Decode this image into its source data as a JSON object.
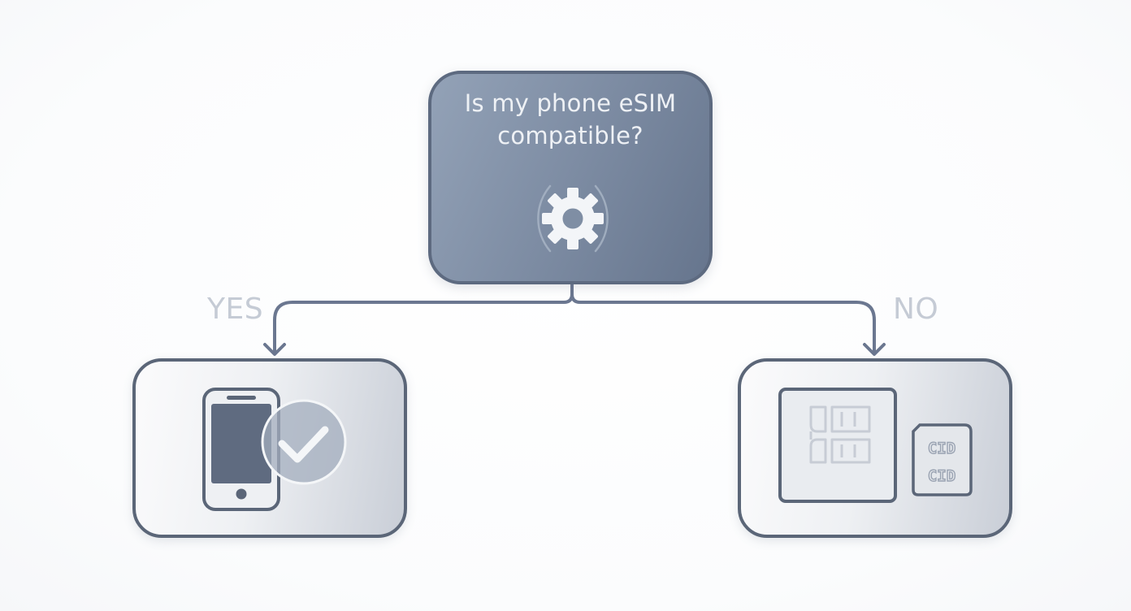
{
  "question": {
    "line1": "Is my phone eSIM",
    "line2": "compatible?",
    "icon": "gear-icon"
  },
  "branches": {
    "yes": {
      "label": "YES",
      "icons": [
        "smartphone-icon",
        "checkmark-icon"
      ]
    },
    "no": {
      "label": "NO",
      "icons": [
        "sim-card-icon",
        "nano-sim-card-icon"
      ],
      "nano_sim_text": [
        "CID",
        "CID"
      ]
    }
  },
  "colors": {
    "question_fill": "#7d8ca3",
    "outline": "#5b6678",
    "label_text": "#c5cbd5",
    "connector": "#6b7790"
  }
}
